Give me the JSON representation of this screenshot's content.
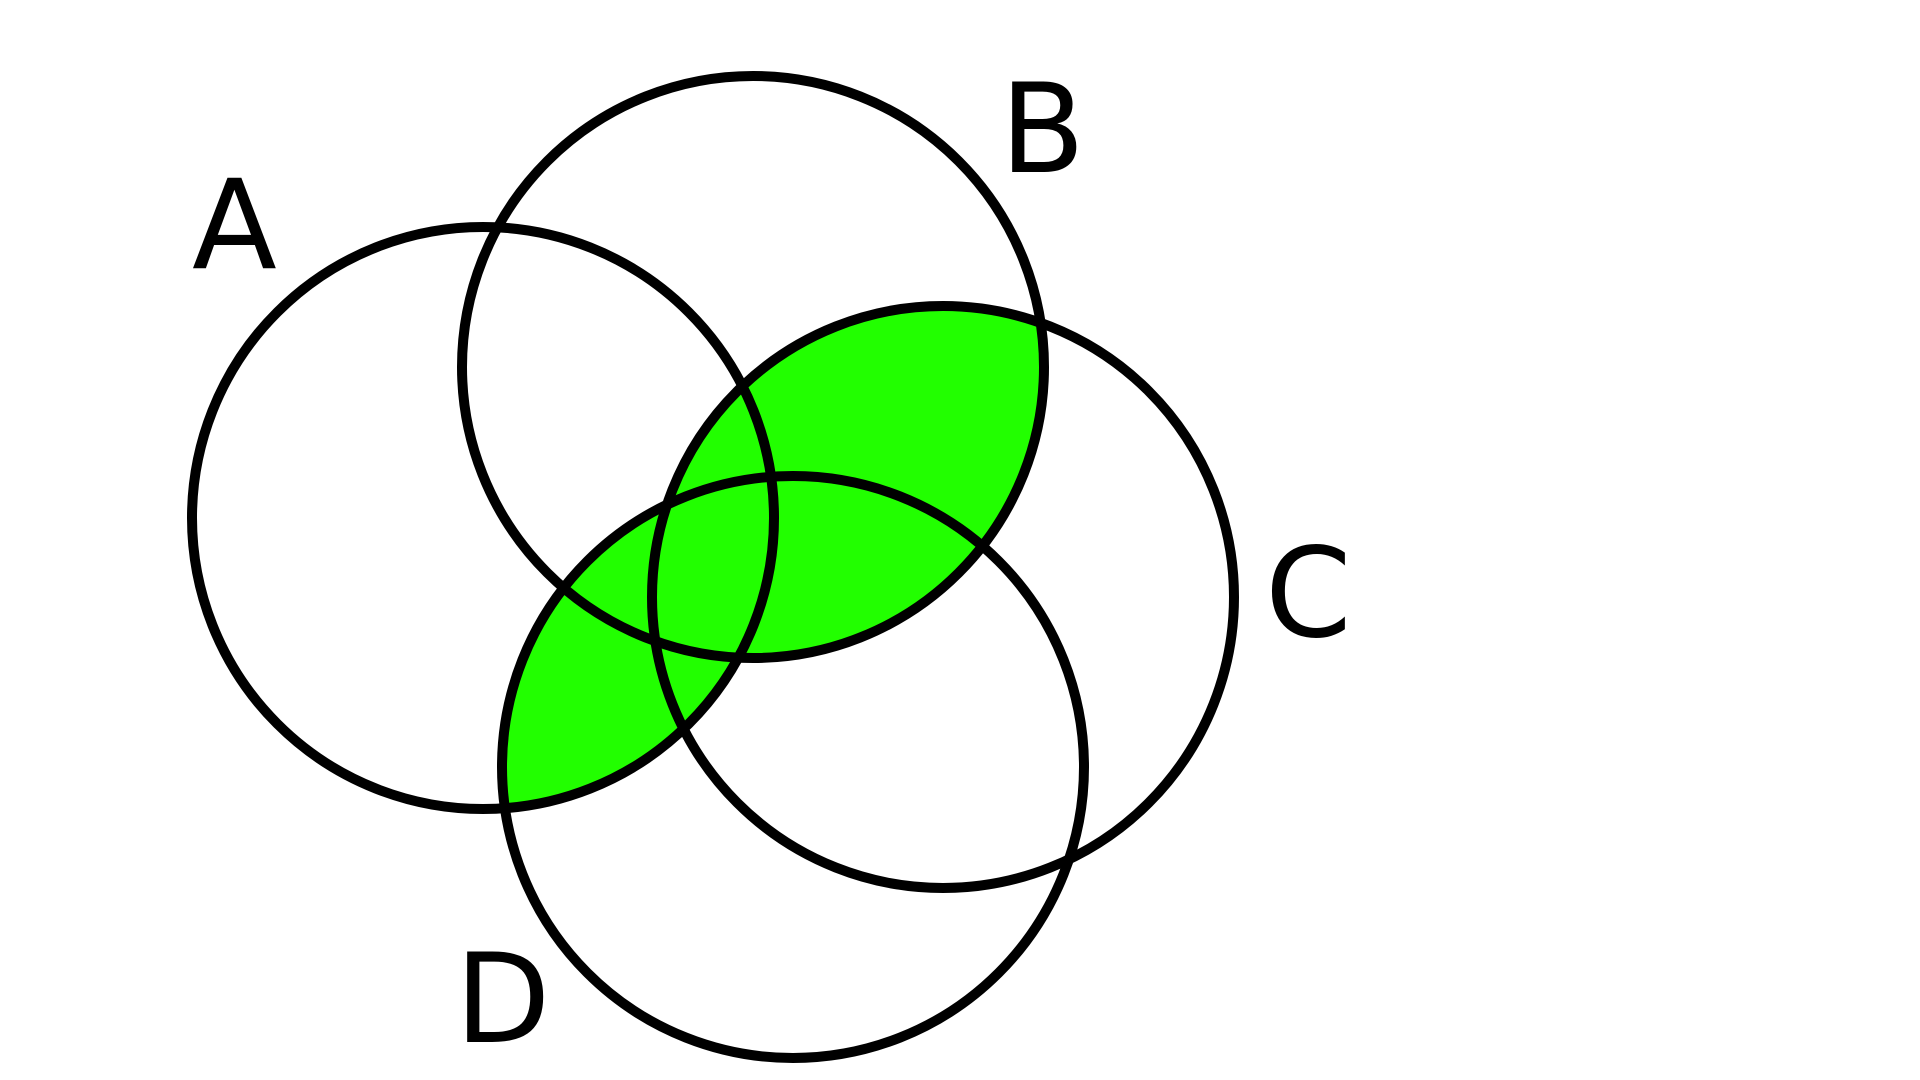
{
  "diagram": {
    "type": "venn",
    "set_count": 4,
    "stroke_color": "#000000",
    "fill_color": "#22ff00",
    "background": "#ffffff",
    "sets": [
      {
        "id": "A",
        "label": "A"
      },
      {
        "id": "B",
        "label": "B"
      },
      {
        "id": "C",
        "label": "C"
      },
      {
        "id": "D",
        "label": "D"
      }
    ],
    "shaded_regions": [
      {
        "in": [
          "B",
          "C"
        ],
        "out": [
          "A",
          "D"
        ]
      },
      {
        "in": [
          "A",
          "B",
          "C"
        ],
        "out": [
          "D"
        ]
      },
      {
        "in": [
          "A",
          "B",
          "C",
          "D"
        ],
        "out": []
      },
      {
        "in": [
          "A",
          "C",
          "D"
        ],
        "out": [
          "B"
        ]
      },
      {
        "in": [
          "A",
          "D"
        ],
        "out": [
          "B",
          "C"
        ]
      },
      {
        "in": [
          "A",
          "B",
          "D"
        ],
        "out": [
          "C"
        ]
      }
    ]
  }
}
